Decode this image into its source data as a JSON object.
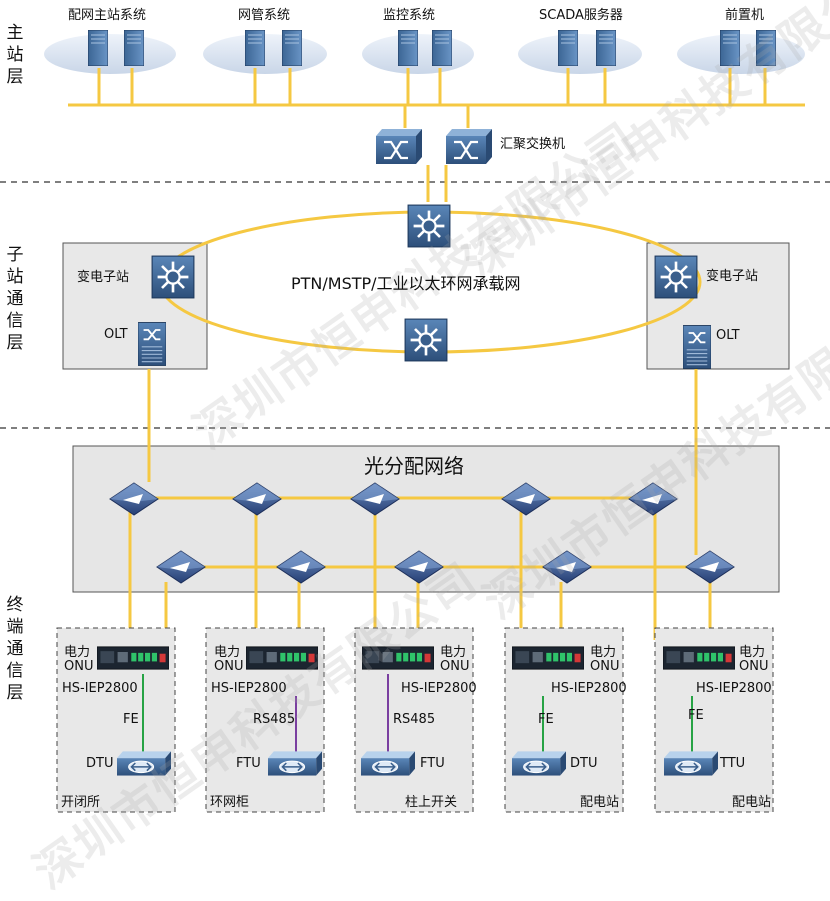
{
  "layers": {
    "master": "主站层",
    "substation": "子站通信层",
    "terminal": "终端通信层"
  },
  "master_systems": [
    "配网主站系统",
    "网管系统",
    "监控系统",
    "SCADA服务器",
    "前置机"
  ],
  "aggregation_switch": "汇聚交换机",
  "ring": {
    "label": "PTN/MSTP/工业以太环网承载网",
    "left_station": "变电子站",
    "right_station": "变电子站",
    "left_olt": "OLT",
    "right_olt": "OLT"
  },
  "optical": {
    "title": "光分配网络"
  },
  "terminals": [
    {
      "onu": "电力\nONU",
      "model": "HS-IEP2800",
      "link": "FE",
      "device": "DTU",
      "site": "开闭所"
    },
    {
      "onu": "电力\nONU",
      "model": "HS-IEP2800",
      "link": "RS485",
      "device": "FTU",
      "site": "环网柜"
    },
    {
      "onu": "电力\nONU",
      "model": "HS-IEP2800",
      "link": "RS485",
      "device": "FTU",
      "site": "柱上开关"
    },
    {
      "onu": "电力\nONU",
      "model": "HS-IEP2800",
      "link": "FE",
      "device": "DTU",
      "site": "配电站"
    },
    {
      "onu": "电力\nONU",
      "model": "HS-IEP2800",
      "link": "FE",
      "device": "TTU",
      "site": "配电站"
    }
  ],
  "watermark": "深圳市恒申科技有限公司",
  "colors": {
    "bus": "#f5c842",
    "device_blue": "#3a5f8c",
    "fe_link": "#27a345",
    "rs485_link": "#7a3fa0",
    "cloud": "#d7e2f0",
    "panel": "#e8e8e8"
  }
}
